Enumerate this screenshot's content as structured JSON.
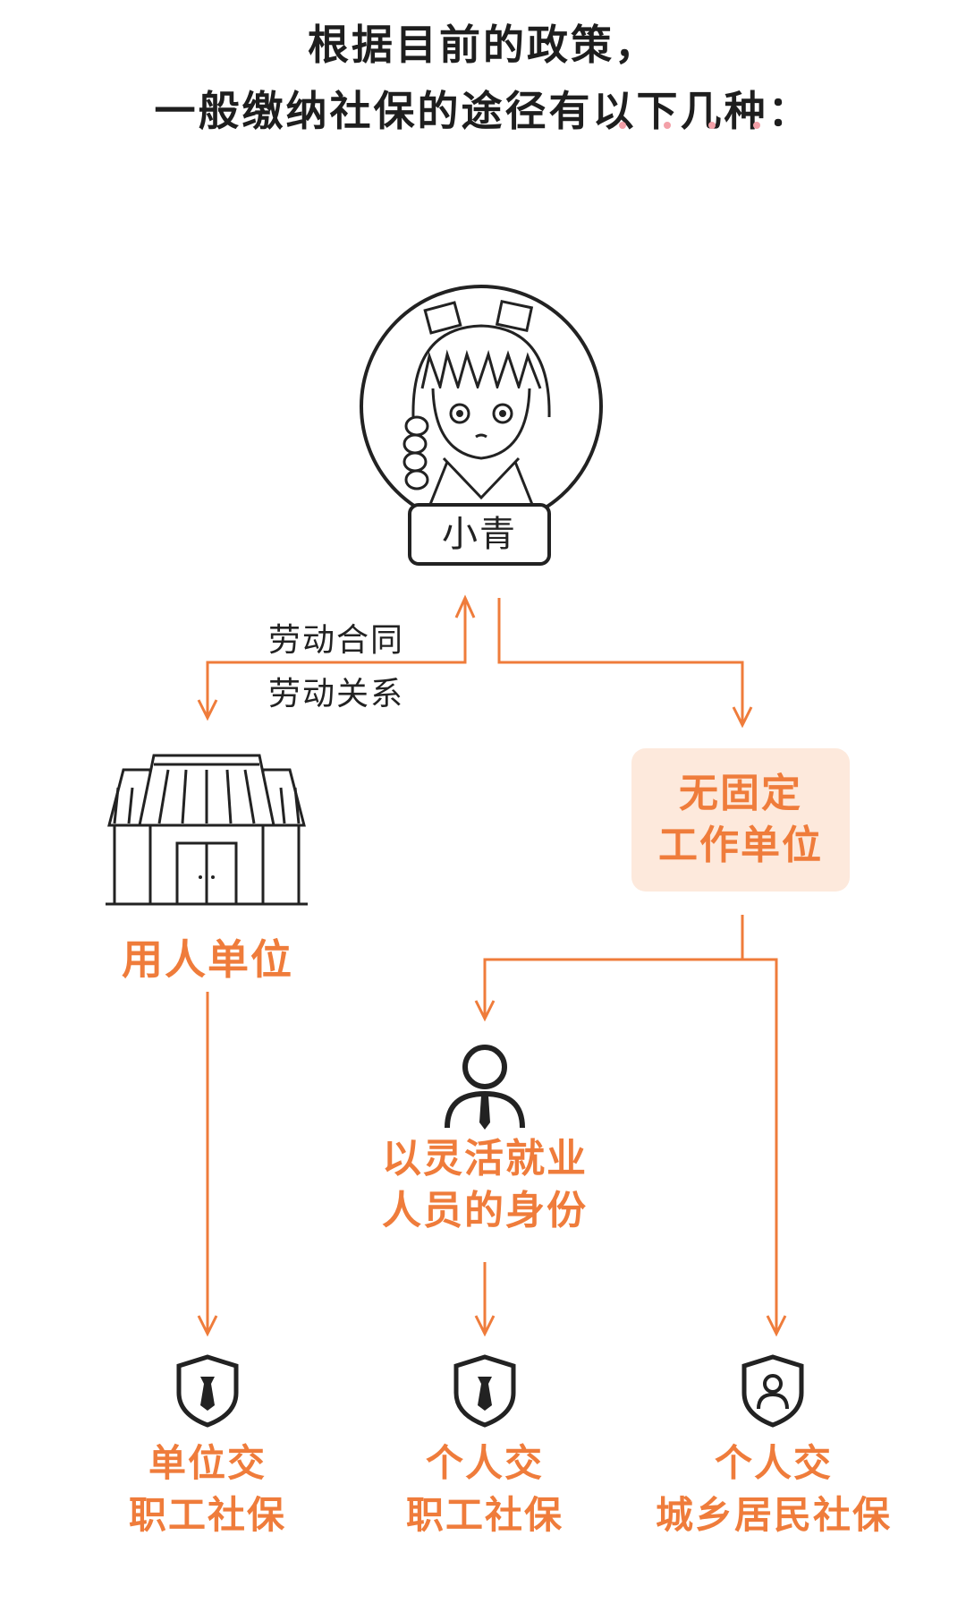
{
  "header": {
    "line1": "根据目前的政策，",
    "line2": "一般缴纳社保的途径有以下几种："
  },
  "person": {
    "name": "小青",
    "icon": "girl-avatar-icon"
  },
  "relation_labels": {
    "contract": "劳动合同",
    "relation": "劳动关系"
  },
  "employer": {
    "label": "用人单位",
    "icon": "building-icon"
  },
  "no_fixed": {
    "line1": "无固定",
    "line2": "工作单位"
  },
  "flexible": {
    "line1": "以灵活就业",
    "line2": "人员的身份",
    "icon": "worker-icon"
  },
  "outcomes": [
    {
      "line1": "单位交",
      "line2": "职工社保",
      "icon": "shield-tie-icon"
    },
    {
      "line1": "个人交",
      "line2": "职工社保",
      "icon": "shield-tie-icon"
    },
    {
      "line1": "个人交",
      "line2": "城乡居民社保",
      "icon": "shield-person-icon"
    }
  ],
  "colors": {
    "accent": "#ef7c3b",
    "accent_light": "#fde9dc",
    "ink": "#222222"
  }
}
